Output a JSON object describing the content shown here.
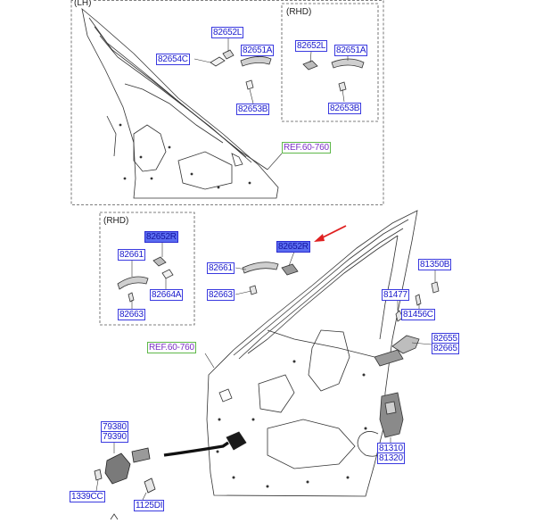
{
  "panels": {
    "top_left": "(LH)",
    "top_inset": "(RHD)",
    "mid_inset": "(RHD)"
  },
  "parts": {
    "p82652L_a": "82652L",
    "p82651A_a": "82651A",
    "p82654C": "82654C",
    "p82653B_a": "82653B",
    "p82652L_b": "82652L",
    "p82651A_b": "82651A",
    "p82653B_b": "82653B",
    "ref_top": "REF.60-760",
    "p82652R_a": "82652R",
    "p82661_a": "82661",
    "p82664A": "82664A",
    "p82663_a": "82663",
    "p82652R_b": "82652R",
    "p82661_b": "82661",
    "p82663_b": "82663",
    "p81350B": "81350B",
    "p81477": "81477",
    "p81456C": "81456C",
    "p82655": "82655",
    "p82665": "82665",
    "ref_mid": "REF.60-760",
    "p79380": "79380",
    "p79390": "79390",
    "p1339CC": "1339CC",
    "p1125DI": "1125DI",
    "p81310": "81310",
    "p81320": "81320"
  },
  "colors": {
    "label_text": "#1a1acc",
    "label_border": "#3a3ae0",
    "highlight_fill": "#5a6cf0",
    "ref_text": "#7a2fc4",
    "ref_border": "#5fb84a",
    "pointer_arrow": "#e02020",
    "line_art": "#333333"
  }
}
